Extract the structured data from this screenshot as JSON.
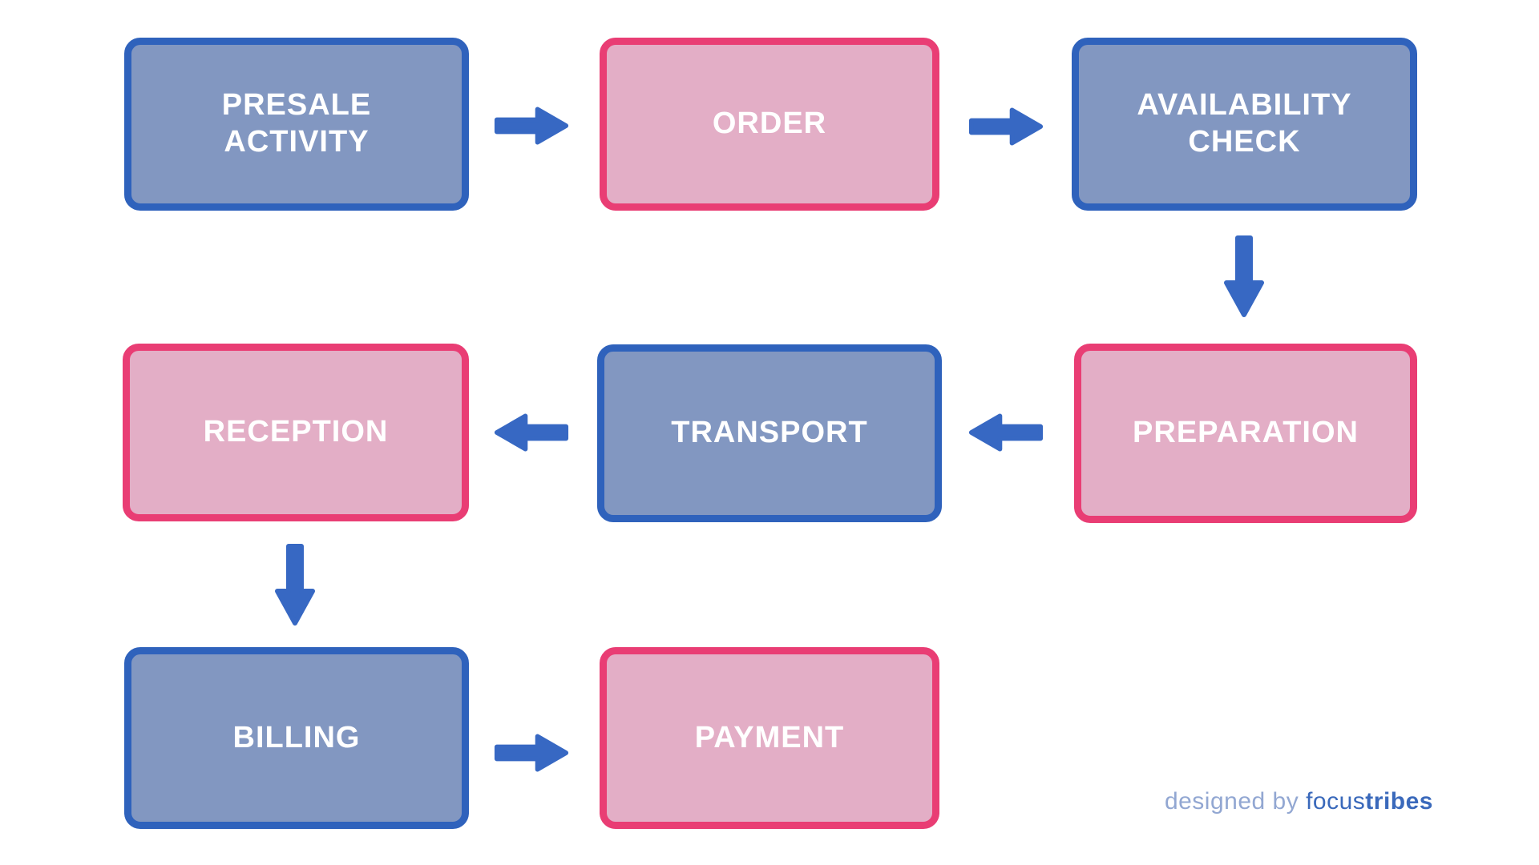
{
  "diagram": {
    "type": "flowchart",
    "nodes": [
      {
        "id": "presale-activity",
        "label": "PRESALE\nACTIVITY",
        "variant": "blue"
      },
      {
        "id": "order",
        "label": "ORDER",
        "variant": "pink"
      },
      {
        "id": "availability-check",
        "label": "AVAILABILITY\nCHECK",
        "variant": "blue"
      },
      {
        "id": "preparation",
        "label": "PREPARATION",
        "variant": "pink"
      },
      {
        "id": "transport",
        "label": "TRANSPORT",
        "variant": "blue"
      },
      {
        "id": "reception",
        "label": "RECEPTION",
        "variant": "pink"
      },
      {
        "id": "billing",
        "label": "BILLING",
        "variant": "blue"
      },
      {
        "id": "payment",
        "label": "PAYMENT",
        "variant": "pink"
      }
    ],
    "edges": [
      {
        "from": "presale-activity",
        "to": "order",
        "direction": "right"
      },
      {
        "from": "order",
        "to": "availability-check",
        "direction": "right"
      },
      {
        "from": "availability-check",
        "to": "preparation",
        "direction": "down"
      },
      {
        "from": "preparation",
        "to": "transport",
        "direction": "left"
      },
      {
        "from": "transport",
        "to": "reception",
        "direction": "left"
      },
      {
        "from": "reception",
        "to": "billing",
        "direction": "down"
      },
      {
        "from": "billing",
        "to": "payment",
        "direction": "right"
      }
    ]
  },
  "credit": {
    "prefix": "designed by ",
    "brand_regular": "focus",
    "brand_bold": "tribes"
  },
  "colors": {
    "bg": "#ffffff",
    "blue-border": "#2f62bc",
    "blue-fill": "#8297c1",
    "pink-border": "#e93d74",
    "pink-fill": "#e3aec6",
    "arrow": "#3768c3",
    "label": "#ffffff",
    "credit-light": "#92a7d2",
    "credit-brand": "#3a69bb"
  }
}
